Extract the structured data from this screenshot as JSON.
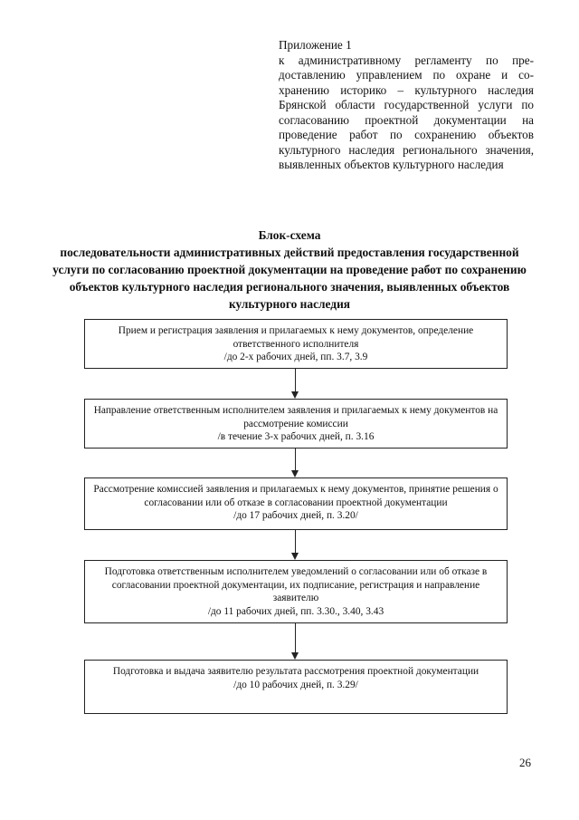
{
  "appendix": {
    "heading": "Приложение 1",
    "text": "к административному регламенту по пре­доставлению управлением по охране и со­хранению историко – культурного насле­дия Брянской области государственной ус­луги по согласованию проектной докумен­тации на проведение работ по сохранению объектов культурного наследия региональ­ного значения, выявленных объектов куль­турного наследия"
  },
  "scheme": {
    "title": "Блок-схема",
    "subtitle": "последовательности административных действий предоставления государственной услуги по согласованию проектной документации на прове­дение работ по сохранению объектов культурного наследия регионального значения, выявленных объектов культурного наследия"
  },
  "steps": [
    {
      "text": "Прием и регистрация заявления и прилагаемых к нему документов, определение ответственного исполнителя",
      "term": "/до 2-х рабочих дней, пп. 3.7, 3.9"
    },
    {
      "text": "Направление ответственным исполнителем заявления и прилагаемых к нему до­кументов на рассмотрение комиссии",
      "term": "/в течение 3-х рабочих дней, п. 3.16"
    },
    {
      "text": "Рассмотрение комиссией заявления и прилагаемых к нему документов, принятие решения о согласовании или об отказе в согласовании проектной документации",
      "term": "/до 17 рабочих дней, п. 3.20/"
    },
    {
      "text": "Подготовка ответственным исполнителем уведомлений о согласовании или об отказе в согласовании проектной документации, их подписание, регистрация и направление заявителю",
      "term": "/до 11 рабочих дней, пп. 3.30., 3.40, 3.43"
    },
    {
      "text": "Подготовка и выдача заявителю результата рассмотрения проектной документации",
      "term": "/до 10 рабочих дней, п. 3.29/"
    }
  ],
  "page_number": "26"
}
